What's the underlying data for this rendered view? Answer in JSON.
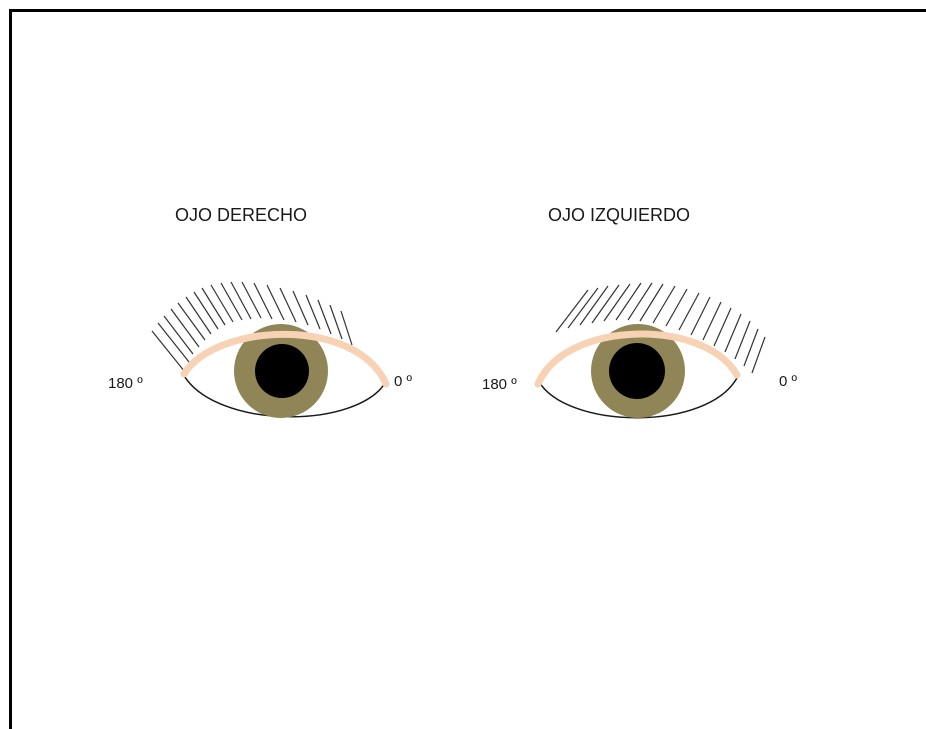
{
  "right_eye": {
    "title": "OJO DERECHO",
    "label_180": "180 º",
    "label_0": "0 º"
  },
  "left_eye": {
    "title": "OJO IZQUIERDO",
    "label_180": "180 º",
    "label_0": "0 º"
  },
  "colors": {
    "iris": "#8f8557",
    "pupil": "#000000",
    "lid_arc": "#f7d2b4",
    "outline": "#1a1a1a",
    "lashes": "#333333",
    "frame": "#000000"
  }
}
